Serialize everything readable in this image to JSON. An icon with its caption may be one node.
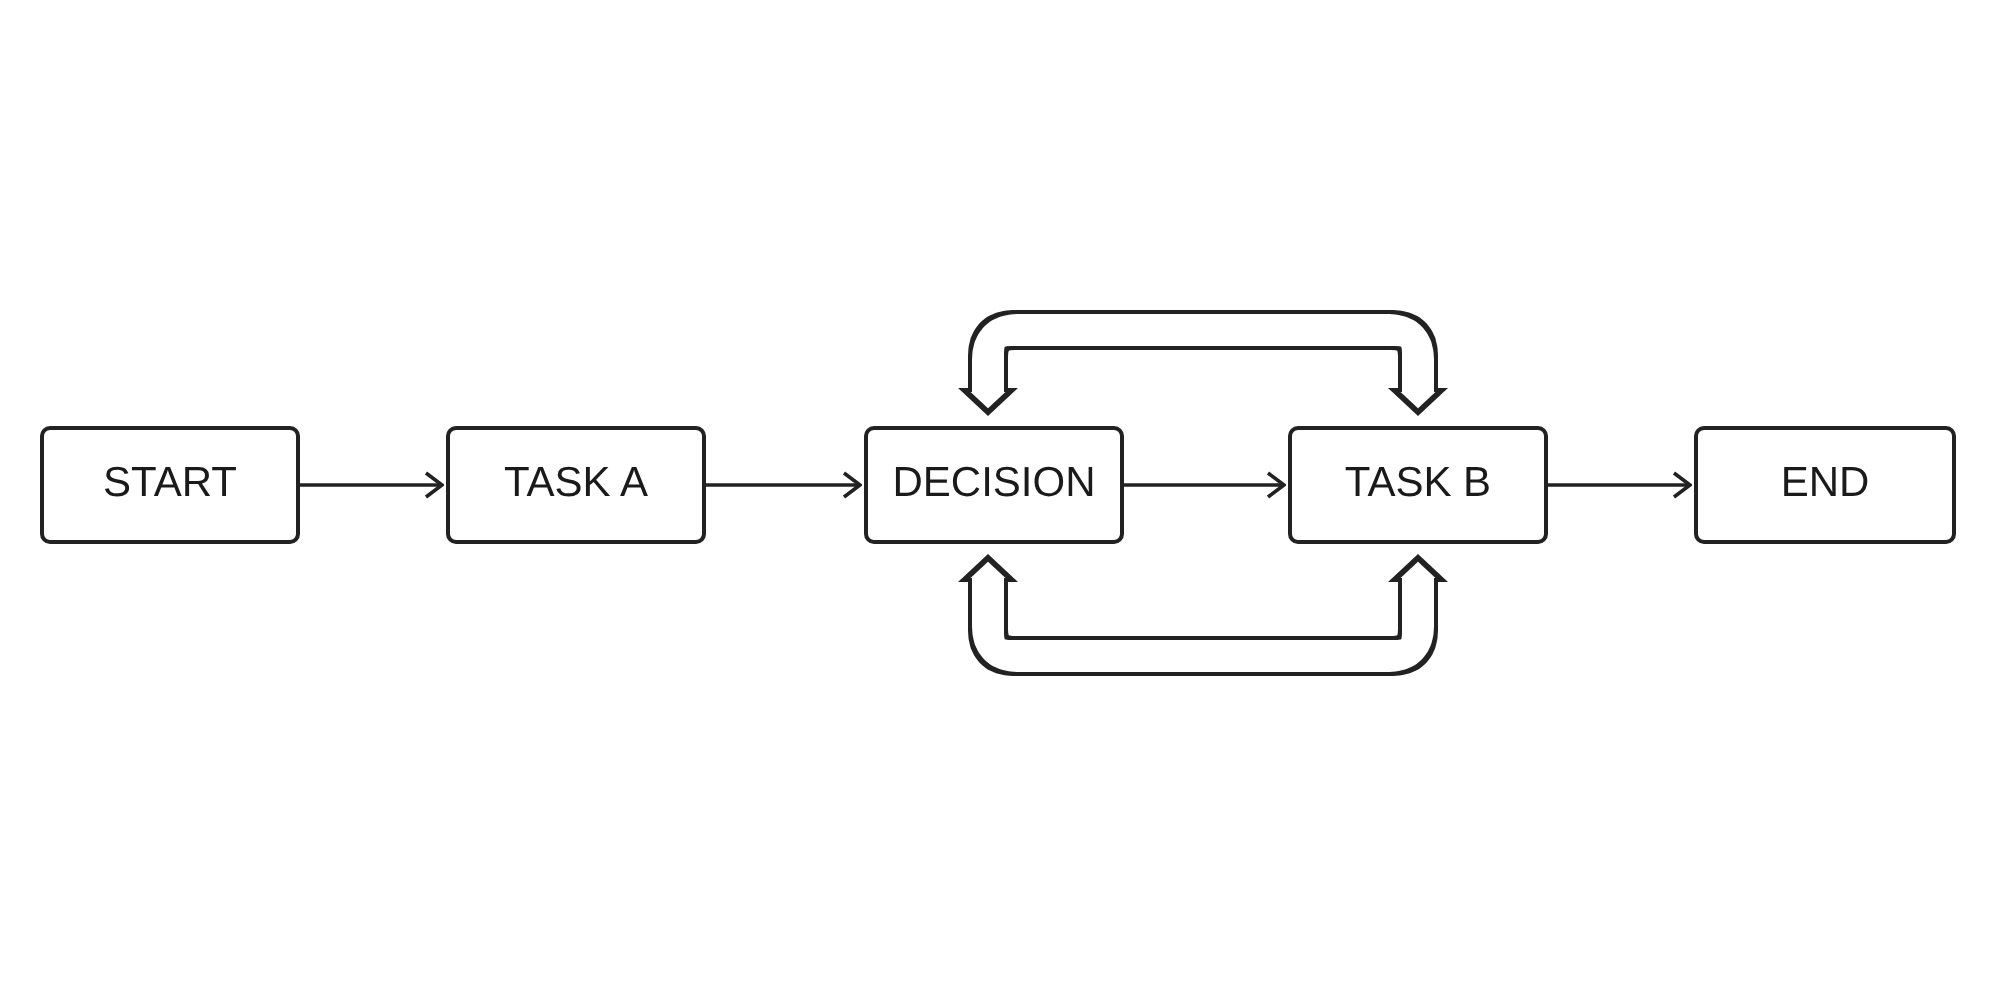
{
  "diagram": {
    "nodes": [
      {
        "text": [
          "START"
        ]
      },
      {
        "text": [
          "TASK A"
        ]
      },
      {
        "text": [
          "DECISION"
        ]
      },
      {
        "text": [
          "TASK B"
        ]
      },
      {
        "text": [
          "END"
        ]
      }
    ],
    "edges": [
      {
        "from": 0,
        "to": 1,
        "arrow": "to"
      },
      {
        "from": 1,
        "to": 2,
        "arrow": "to"
      },
      {
        "from": 2,
        "to": 3,
        "arrow": "to"
      },
      {
        "from": 3,
        "to": 4,
        "arrow": "to"
      },
      {
        "from": 2,
        "to": 3,
        "arrow": "both",
        "style": "thick"
      },
      {
        "from": 2,
        "to": 3,
        "arrow": "both",
        "style": "thick"
      }
    ]
  }
}
